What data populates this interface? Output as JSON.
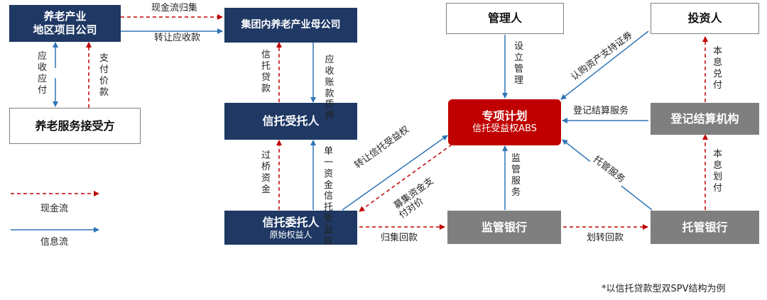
{
  "nodes": {
    "elderly_project_company": "养老产业\n地区项目公司",
    "group_parent": "集团内养老产业母公司",
    "trust_trustee": "信托受托人",
    "trust_settlor": "信托委托人",
    "trust_settlor_sub": "原始权益人",
    "service_receiver": "养老服务接受方",
    "manager": "管理人",
    "investor": "投资人",
    "special_plan": "专项计划",
    "special_plan_sub": "信托受益权ABS",
    "registry": "登记结算机构",
    "supervising_bank": "监管银行",
    "custodian_bank": "托管银行"
  },
  "edge_labels": {
    "cash_collection": "现金流归集",
    "transfer_receivables": "转让应收款",
    "receivables": "应收应付",
    "payment": "支付价款",
    "trust_loan": "信托贷款",
    "receivables_pledge": "应收账款质押",
    "bridge_funds": "过桥资金",
    "single_fund_trust_right": "单一资金信托受益权",
    "transfer_trust_right": "转让信托受益权",
    "raise_funds_pay": "募集资金支付对价",
    "establish_manage": "设立管理",
    "subscribe_abs": "认购资产支持证券",
    "registry_service": "登记结算服务",
    "principal_interest_pay": "本息兑付",
    "supervision_service": "监管服务",
    "custody_service": "托管服务",
    "principal_interest_transfer": "本息划付",
    "collect_repay": "归集回款",
    "transfer_repay": "划转回款"
  },
  "legend": {
    "cash_flow": "现金流",
    "info_flow": "信息流"
  },
  "colors": {
    "navy": "#1f3864",
    "gray": "#7f7f7f",
    "red": "#c00000",
    "cash_line": "#c00000",
    "info_line": "#2e75b6"
  },
  "footnote": "*以信托贷款型双SPV结构为例"
}
